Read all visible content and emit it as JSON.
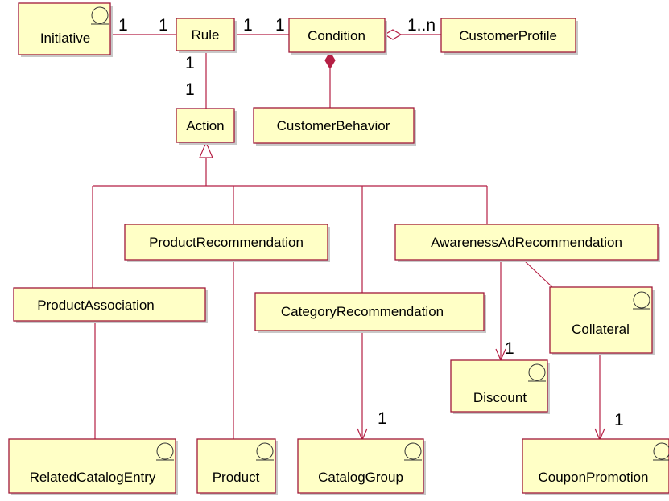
{
  "classes": {
    "initiative": "Initiative",
    "rule": "Rule",
    "condition": "Condition",
    "customer_profile": "CustomerProfile",
    "action": "Action",
    "customer_behavior": "CustomerBehavior",
    "product_recommendation": "ProductRecommendation",
    "awareness_ad_recommendation": "AwarenessAdRecommendation",
    "product_association": "ProductAssociation",
    "category_recommendation": "CategoryRecommendation",
    "collateral": "Collateral",
    "discount": "Discount",
    "related_catalog_entry": "RelatedCatalogEntry",
    "product": "Product",
    "catalog_group": "CatalogGroup",
    "coupon_promotion": "CouponPromotion"
  },
  "multiplicities": {
    "initiative_rule_initiative_end": "1",
    "initiative_rule_rule_end": "1",
    "rule_condition_rule_end": "1",
    "rule_condition_condition_end": "1",
    "condition_profile": "1..n",
    "rule_action_rule_end": "1",
    "rule_action_action_end": "1",
    "catalog_group": "1",
    "discount": "1",
    "coupon_promotion": "1"
  },
  "colors": {
    "class_fill": "#ffffc6",
    "class_border": "#a01838",
    "connector": "#b51f44",
    "composition_diamond": "#b51f44"
  }
}
